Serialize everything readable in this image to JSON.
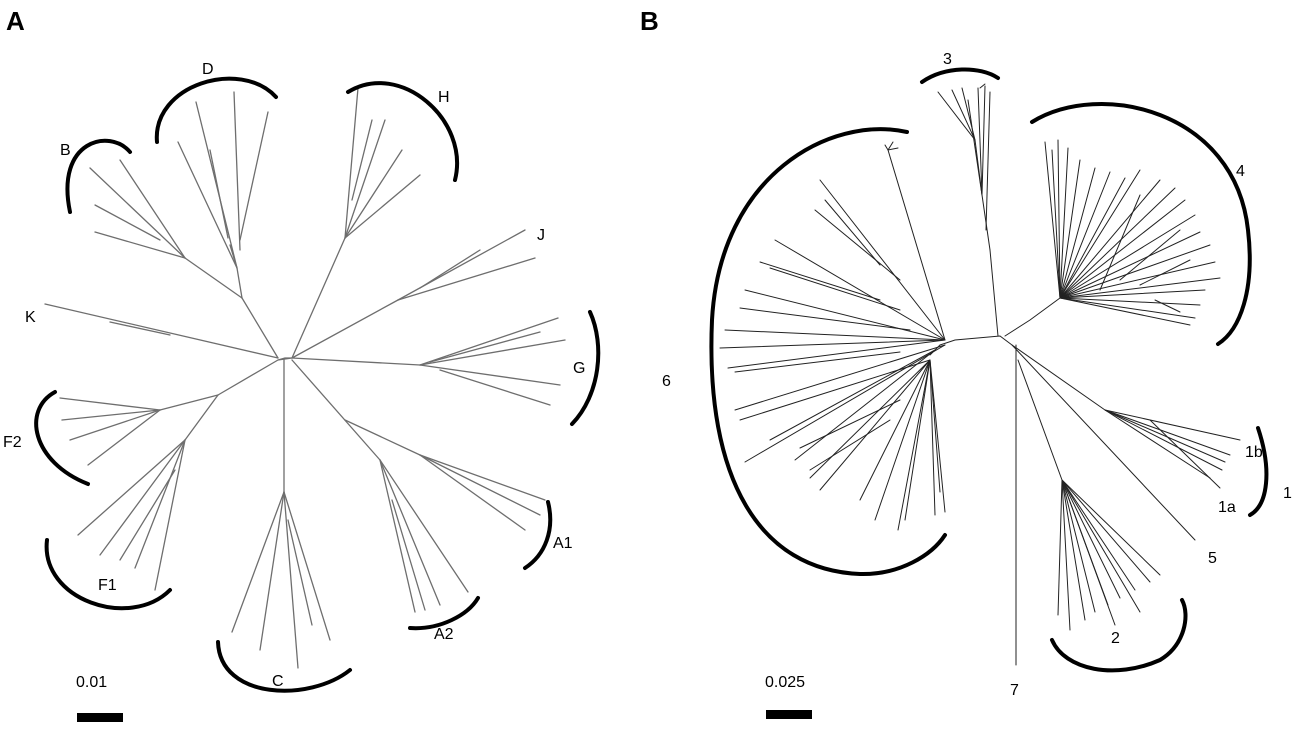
{
  "panels": {
    "a": {
      "letter": "A",
      "scale": "0.01",
      "clades": {
        "D": "D",
        "H": "H",
        "B": "B",
        "J": "J",
        "K": "K",
        "G": "G",
        "F2": "F2",
        "F1": "F1",
        "C": "C",
        "A2": "A2",
        "A1": "A1"
      }
    },
    "b": {
      "letter": "B",
      "scale": "0.025",
      "clades": {
        "c3": "3",
        "c4": "4",
        "c6": "6",
        "c1b": "1b",
        "c1a": "1a",
        "c1": "1",
        "c5": "5",
        "c2": "2",
        "c7": "7"
      }
    }
  },
  "colors": {
    "bracket": "#000000",
    "branch": "#6e6e6e",
    "text": "#000000"
  }
}
